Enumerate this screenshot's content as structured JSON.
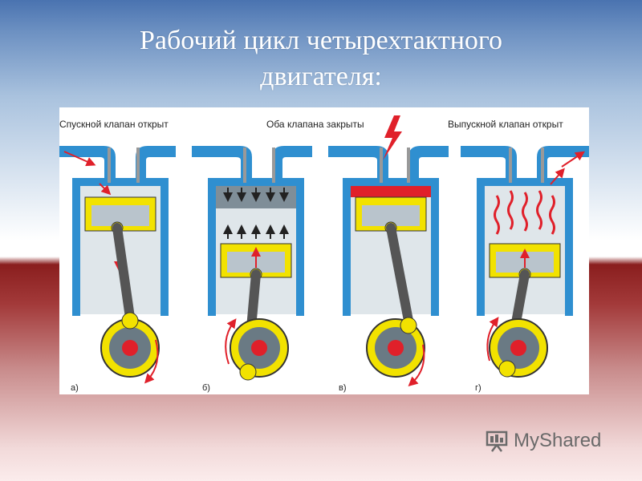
{
  "slide": {
    "title_line1": "Рабочий цикл четырехтактного",
    "title_line2": "двигателя:"
  },
  "diagram": {
    "captions": {
      "left": "Спускной клапан открыт",
      "center": "Оба клапана закрыты",
      "right": "Выпускной клапан открыт"
    },
    "stages": [
      {
        "letter": "а)",
        "icon": "intake-stroke"
      },
      {
        "letter": "б)",
        "icon": "compression-stroke"
      },
      {
        "letter": "в)",
        "icon": "power-stroke"
      },
      {
        "letter": "г)",
        "icon": "exhaust-stroke"
      }
    ],
    "colors": {
      "cylinder": "#2f8fd0",
      "piston": "#f2e200",
      "arrow": "#e0202a",
      "gray": "#b9c4cc"
    }
  },
  "watermark": {
    "brand": "MyShared"
  }
}
